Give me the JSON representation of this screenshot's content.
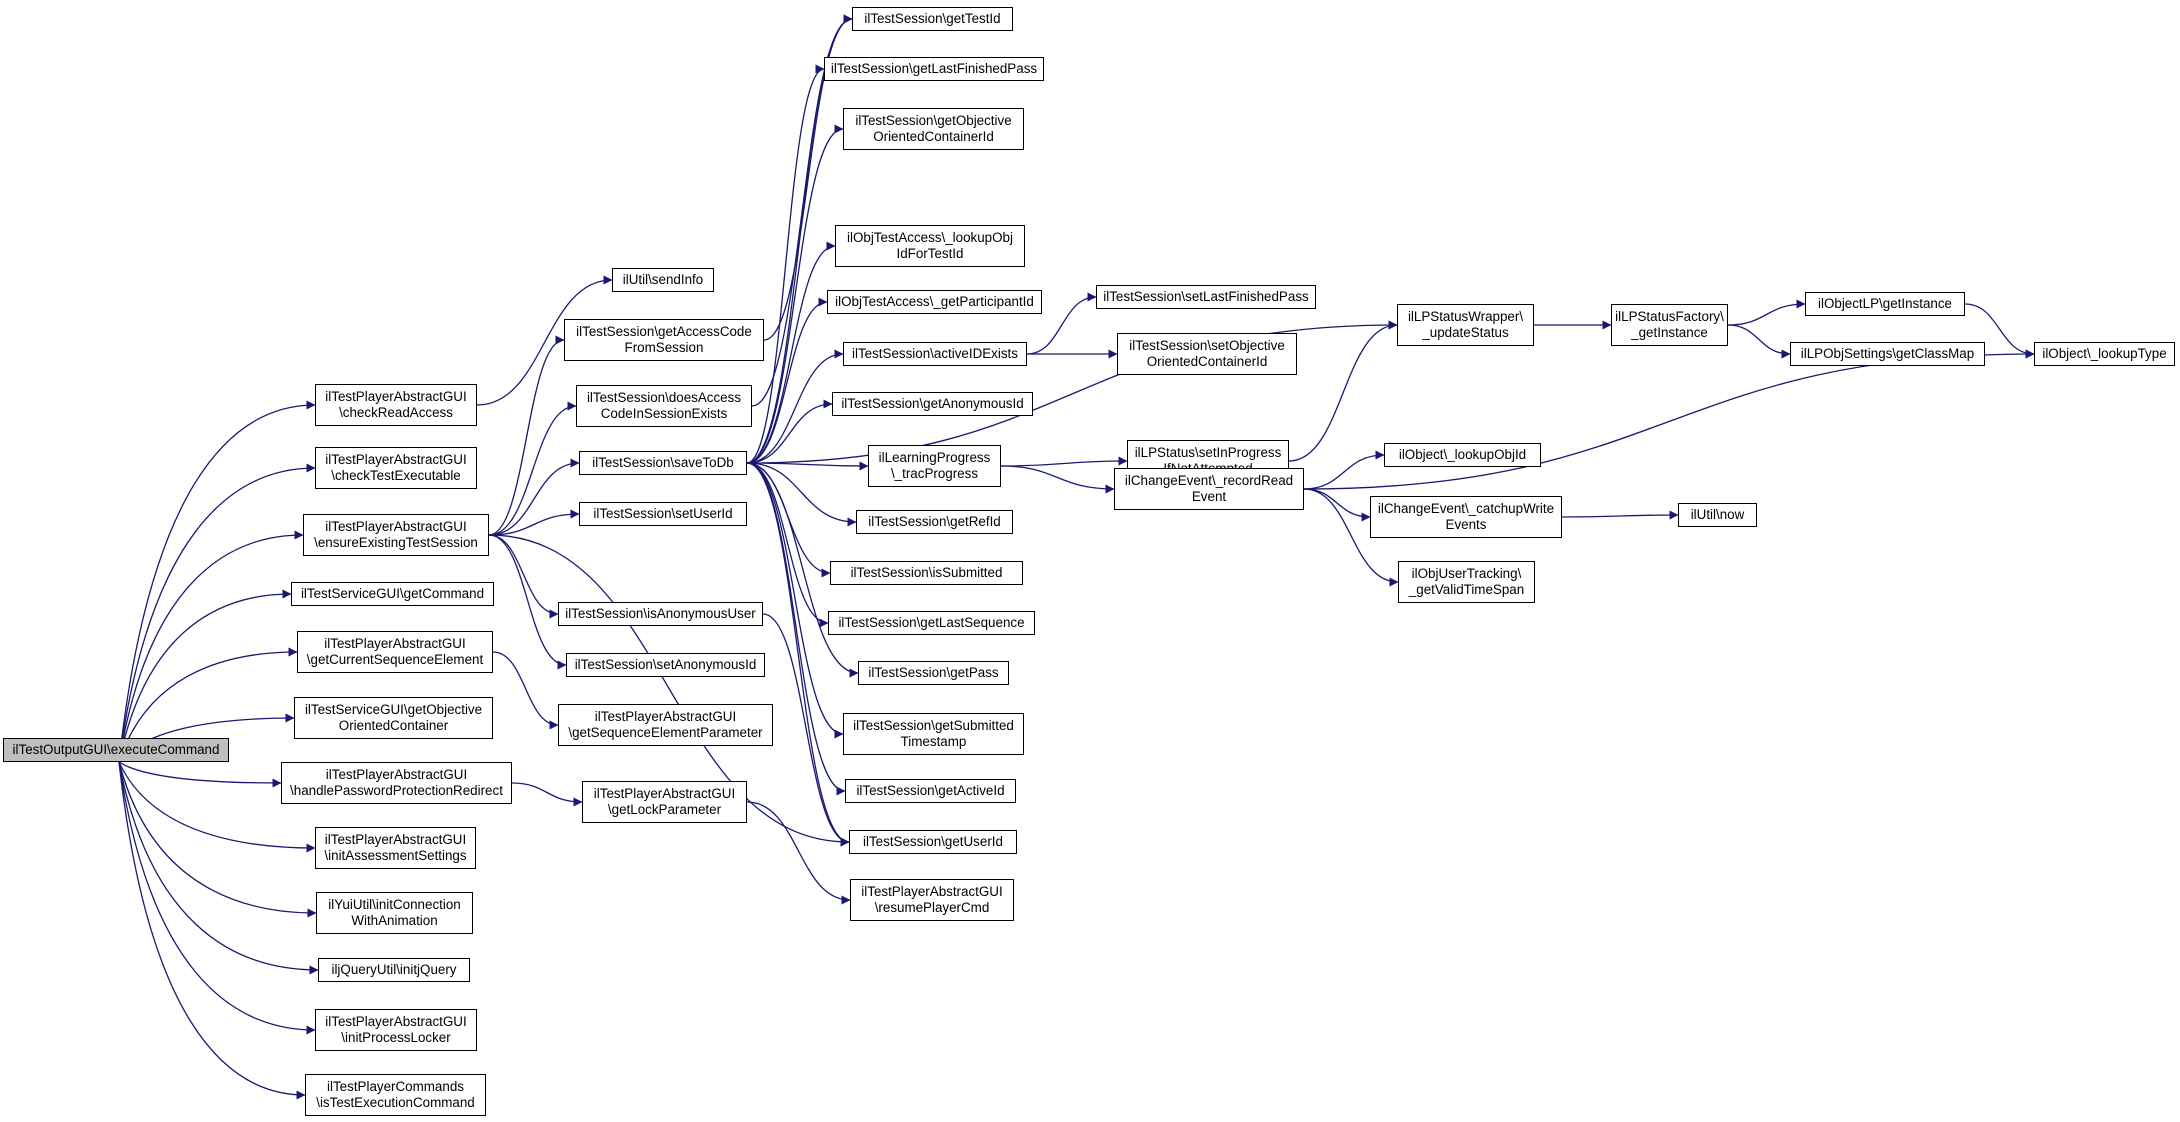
{
  "colors": {
    "edge": "#191970",
    "root_fill": "#bfbfbf",
    "node_fill": "#ffffff",
    "node_border": "#000000"
  },
  "nodes": [
    {
      "id": "root",
      "lines": [
        "ilTestOutputGUI\\executeCommand"
      ],
      "root": true
    },
    {
      "id": "checkReadAccess",
      "lines": [
        "ilTestPlayerAbstractGUI",
        "\\checkReadAccess"
      ]
    },
    {
      "id": "checkTestExecutable",
      "lines": [
        "ilTestPlayerAbstractGUI",
        "\\checkTestExecutable"
      ]
    },
    {
      "id": "ensureExisting",
      "lines": [
        "ilTestPlayerAbstractGUI",
        "\\ensureExistingTestSession"
      ]
    },
    {
      "id": "getCommand",
      "lines": [
        "ilTestServiceGUI\\getCommand"
      ]
    },
    {
      "id": "getCurrentSeq",
      "lines": [
        "ilTestPlayerAbstractGUI",
        "\\getCurrentSequenceElement"
      ]
    },
    {
      "id": "getObjOrientedContainer",
      "lines": [
        "ilTestServiceGUI\\getObjective",
        "OrientedContainer"
      ]
    },
    {
      "id": "handlePwd",
      "lines": [
        "ilTestPlayerAbstractGUI",
        "\\handlePasswordProtectionRedirect"
      ]
    },
    {
      "id": "initAssessment",
      "lines": [
        "ilTestPlayerAbstractGUI",
        "\\initAssessmentSettings"
      ]
    },
    {
      "id": "initConnection",
      "lines": [
        "ilYuiUtil\\initConnection",
        "WithAnimation"
      ]
    },
    {
      "id": "initjQuery",
      "lines": [
        "iljQueryUtil\\initjQuery"
      ]
    },
    {
      "id": "initProcessLocker",
      "lines": [
        "ilTestPlayerAbstractGUI",
        "\\initProcessLocker"
      ]
    },
    {
      "id": "isTestExecCmd",
      "lines": [
        "ilTestPlayerCommands",
        "\\isTestExecutionCommand"
      ]
    },
    {
      "id": "sendInfo",
      "lines": [
        "ilUtil\\sendInfo"
      ]
    },
    {
      "id": "getAccessCode",
      "lines": [
        "ilTestSession\\getAccessCode",
        "FromSession"
      ]
    },
    {
      "id": "doesAccessCode",
      "lines": [
        "ilTestSession\\doesAccess",
        "CodeInSessionExists"
      ]
    },
    {
      "id": "saveToDb",
      "lines": [
        "ilTestSession\\saveToDb"
      ]
    },
    {
      "id": "setUserId",
      "lines": [
        "ilTestSession\\setUserId"
      ]
    },
    {
      "id": "isAnonymousUser",
      "lines": [
        "ilTestSession\\isAnonymousUser"
      ]
    },
    {
      "id": "setAnonymousId",
      "lines": [
        "ilTestSession\\setAnonymousId"
      ]
    },
    {
      "id": "getSeqElemParam",
      "lines": [
        "ilTestPlayerAbstractGUI",
        "\\getSequenceElementParameter"
      ]
    },
    {
      "id": "getLockParam",
      "lines": [
        "ilTestPlayerAbstractGUI",
        "\\getLockParameter"
      ]
    },
    {
      "id": "getTestId",
      "lines": [
        "ilTestSession\\getTestId"
      ]
    },
    {
      "id": "getLastFinishedPass",
      "lines": [
        "ilTestSession\\getLastFinishedPass"
      ]
    },
    {
      "id": "getObjOrientedContainerId",
      "lines": [
        "ilTestSession\\getObjective",
        "OrientedContainerId"
      ]
    },
    {
      "id": "lookupObjIdForTestId",
      "lines": [
        "ilObjTestAccess\\_lookupObj",
        "IdForTestId"
      ]
    },
    {
      "id": "getParticipantId",
      "lines": [
        "ilObjTestAccess\\_getParticipantId"
      ]
    },
    {
      "id": "activeIDExists",
      "lines": [
        "ilTestSession\\activeIDExists"
      ]
    },
    {
      "id": "getAnonymousId",
      "lines": [
        "ilTestSession\\getAnonymousId"
      ]
    },
    {
      "id": "tracProgress",
      "lines": [
        "ilLearningProgress",
        "\\_tracProgress"
      ]
    },
    {
      "id": "getRefId",
      "lines": [
        "ilTestSession\\getRefId"
      ]
    },
    {
      "id": "isSubmitted",
      "lines": [
        "ilTestSession\\isSubmitted"
      ]
    },
    {
      "id": "getLastSequence",
      "lines": [
        "ilTestSession\\getLastSequence"
      ]
    },
    {
      "id": "getPass",
      "lines": [
        "ilTestSession\\getPass"
      ]
    },
    {
      "id": "getSubmittedTimestamp",
      "lines": [
        "ilTestSession\\getSubmitted",
        "Timestamp"
      ]
    },
    {
      "id": "getActiveId",
      "lines": [
        "ilTestSession\\getActiveId"
      ]
    },
    {
      "id": "getUserId",
      "lines": [
        "ilTestSession\\getUserId"
      ]
    },
    {
      "id": "resumePlayerCmd",
      "lines": [
        "ilTestPlayerAbstractGUI",
        "\\resumePlayerCmd"
      ]
    },
    {
      "id": "setLastFinishedPass",
      "lines": [
        "ilTestSession\\setLastFinishedPass"
      ]
    },
    {
      "id": "setObjOrientedContainerId",
      "lines": [
        "ilTestSession\\setObjective",
        "OrientedContainerId"
      ]
    },
    {
      "id": "setInProgress",
      "lines": [
        "ilLPStatus\\setInProgress",
        "IfNotAttempted"
      ]
    },
    {
      "id": "recordReadEvent",
      "lines": [
        "ilChangeEvent\\_recordRead",
        "Event"
      ]
    },
    {
      "id": "updateStatus",
      "lines": [
        "ilLPStatusWrapper\\",
        "_updateStatus"
      ]
    },
    {
      "id": "lpStatusFactory",
      "lines": [
        "ilLPStatusFactory\\",
        "_getInstance"
      ]
    },
    {
      "id": "objectLPgetInstance",
      "lines": [
        "ilObjectLP\\getInstance"
      ]
    },
    {
      "id": "getClassMap",
      "lines": [
        "ilLPObjSettings\\getClassMap"
      ]
    },
    {
      "id": "lookupType",
      "lines": [
        "ilObject\\_lookupType"
      ]
    },
    {
      "id": "lookupObjId",
      "lines": [
        "ilObject\\_lookupObjId"
      ]
    },
    {
      "id": "catchupWrite",
      "lines": [
        "ilChangeEvent\\_catchupWrite",
        "Events"
      ]
    },
    {
      "id": "utilNow",
      "lines": [
        "ilUtil\\now"
      ]
    },
    {
      "id": "getValidTimeSpan",
      "lines": [
        "ilObjUserTracking\\",
        "_getValidTimeSpan"
      ]
    }
  ],
  "edges": [
    [
      "root",
      "checkReadAccess"
    ],
    [
      "root",
      "checkTestExecutable"
    ],
    [
      "root",
      "ensureExisting"
    ],
    [
      "root",
      "getCommand"
    ],
    [
      "root",
      "getCurrentSeq"
    ],
    [
      "root",
      "getObjOrientedContainer"
    ],
    [
      "root",
      "handlePwd"
    ],
    [
      "root",
      "initAssessment"
    ],
    [
      "root",
      "initConnection"
    ],
    [
      "root",
      "initjQuery"
    ],
    [
      "root",
      "initProcessLocker"
    ],
    [
      "root",
      "isTestExecCmd"
    ],
    [
      "checkReadAccess",
      "sendInfo"
    ],
    [
      "ensureExisting",
      "getAccessCode"
    ],
    [
      "ensureExisting",
      "doesAccessCode"
    ],
    [
      "ensureExisting",
      "saveToDb"
    ],
    [
      "ensureExisting",
      "setUserId"
    ],
    [
      "ensureExisting",
      "isAnonymousUser"
    ],
    [
      "ensureExisting",
      "setAnonymousId"
    ],
    [
      "ensureExisting",
      "getUserId"
    ],
    [
      "getCurrentSeq",
      "getSeqElemParam"
    ],
    [
      "handlePwd",
      "getLockParam"
    ],
    [
      "getLockParam",
      "resumePlayerCmd"
    ],
    [
      "getAccessCode",
      "getTestId"
    ],
    [
      "doesAccessCode",
      "getTestId"
    ],
    [
      "isAnonymousUser",
      "getUserId"
    ],
    [
      "saveToDb",
      "getTestId"
    ],
    [
      "saveToDb",
      "getLastFinishedPass"
    ],
    [
      "saveToDb",
      "getObjOrientedContainerId"
    ],
    [
      "saveToDb",
      "lookupObjIdForTestId"
    ],
    [
      "saveToDb",
      "getParticipantId"
    ],
    [
      "saveToDb",
      "activeIDExists"
    ],
    [
      "saveToDb",
      "getAnonymousId"
    ],
    [
      "saveToDb",
      "tracProgress"
    ],
    [
      "saveToDb",
      "getRefId"
    ],
    [
      "saveToDb",
      "isSubmitted"
    ],
    [
      "saveToDb",
      "getLastSequence"
    ],
    [
      "saveToDb",
      "getPass"
    ],
    [
      "saveToDb",
      "getSubmittedTimestamp"
    ],
    [
      "saveToDb",
      "getActiveId"
    ],
    [
      "saveToDb",
      "getUserId"
    ],
    [
      "saveToDb",
      "updateStatus"
    ],
    [
      "activeIDExists",
      "setLastFinishedPass"
    ],
    [
      "activeIDExists",
      "setObjOrientedContainerId"
    ],
    [
      "tracProgress",
      "setInProgress"
    ],
    [
      "tracProgress",
      "recordReadEvent"
    ],
    [
      "setInProgress",
      "updateStatus"
    ],
    [
      "updateStatus",
      "lpStatusFactory"
    ],
    [
      "lpStatusFactory",
      "objectLPgetInstance"
    ],
    [
      "lpStatusFactory",
      "getClassMap"
    ],
    [
      "objectLPgetInstance",
      "lookupType"
    ],
    [
      "recordReadEvent",
      "lookupType"
    ],
    [
      "recordReadEvent",
      "lookupObjId"
    ],
    [
      "recordReadEvent",
      "catchupWrite"
    ],
    [
      "recordReadEvent",
      "getValidTimeSpan"
    ],
    [
      "catchupWrite",
      "utilNow"
    ]
  ]
}
